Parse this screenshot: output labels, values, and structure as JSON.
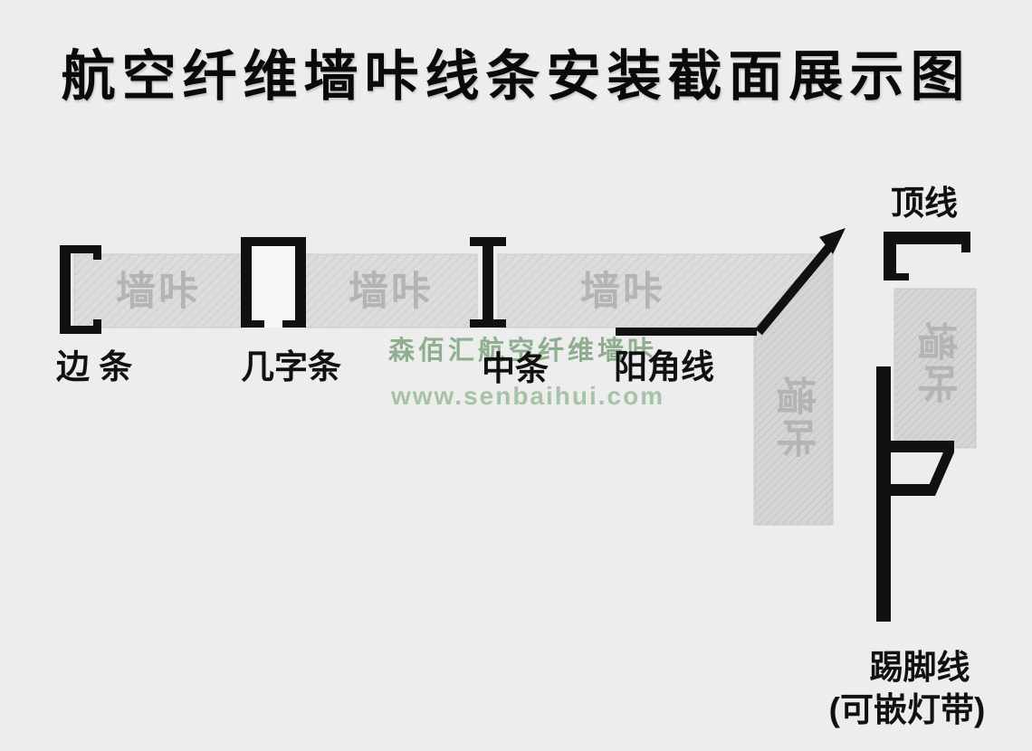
{
  "title": "航空纤维墙咔线条安装截面展示图",
  "watermark": {
    "line1": "森佰汇航空纤维墙咔",
    "line2": "www.senbaihui.com",
    "color_line1": "#8fae8f",
    "color_line2": "#a7c3a7"
  },
  "panel_label": "墙咔",
  "labels": {
    "edge_strip": "边 条",
    "h_strip": "几字条",
    "middle_strip": "中条",
    "outer_corner": "阳角线",
    "crown_line": "顶线",
    "skirting_line": "踢脚线",
    "skirting_note": "(可嵌灯带)"
  },
  "colors": {
    "background": "#ededed",
    "profile_black": "#111111",
    "panel_fill": "#dcdcdc",
    "panel_text": "#b4b4b4",
    "label_text": "#111111",
    "title_text": "#0a0a0a"
  }
}
